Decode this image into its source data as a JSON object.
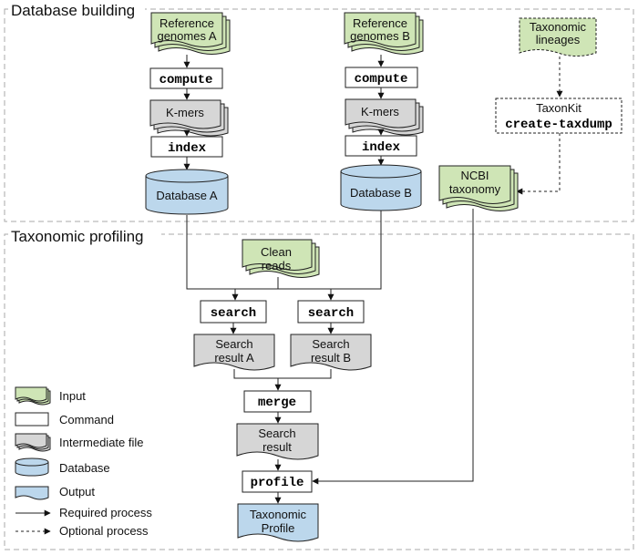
{
  "sections": {
    "database_building": "Database building",
    "taxonomic_profiling": "Taxonomic profiling"
  },
  "nodes": {
    "ref_a": [
      "Reference",
      "genomes A"
    ],
    "ref_b": [
      "Reference",
      "genomes B"
    ],
    "tax_lineages": [
      "Taxonomic",
      "lineages"
    ],
    "compute": "compute",
    "kmers": "K-mers",
    "index": "index",
    "database_a": "Database A",
    "database_b": "Database B",
    "taxonkit": [
      "TaxonKit",
      "create-taxdump"
    ],
    "ncbi": [
      "NCBI",
      "taxonomy"
    ],
    "clean_reads": [
      "Clean",
      "reads"
    ],
    "search": "search",
    "search_result_a": [
      "Search",
      "result A"
    ],
    "search_result_b": [
      "Search",
      "result B"
    ],
    "merge": "merge",
    "search_result": [
      "Search",
      "result"
    ],
    "profile": "profile",
    "taxonomic_profile": [
      "Taxonomic",
      "Profile"
    ]
  },
  "legend": {
    "input": "Input",
    "command": "Command",
    "intermediate": "Intermediate file",
    "database": "Database",
    "output": "Output",
    "required": "Required process",
    "optional": "Optional process"
  },
  "colors": {
    "input_fill": "#cfe5b6",
    "intermediate_fill": "#d6d6d6",
    "database_fill": "#bcd7ec",
    "output_fill": "#bcd7ec",
    "frame_stroke": "#aaaaaa"
  }
}
